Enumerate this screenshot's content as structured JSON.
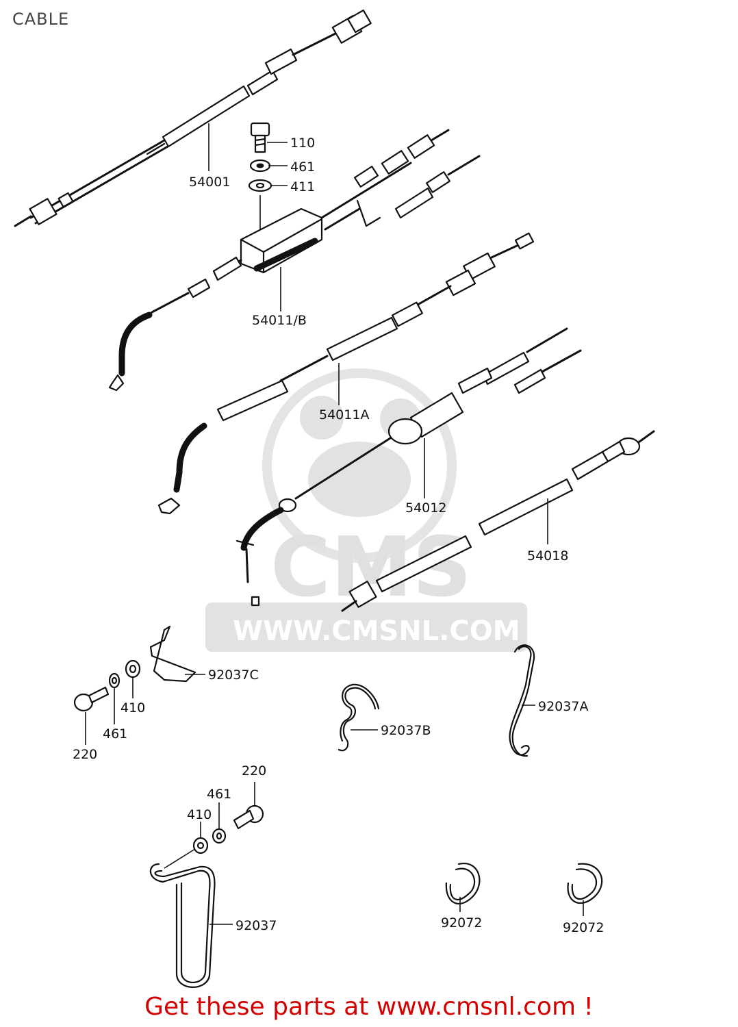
{
  "header": {
    "title": "CABLE"
  },
  "watermark": {
    "brand": "CMS",
    "url": "WWW.CMSNL.COM"
  },
  "parts": [
    {
      "id": "p54001",
      "number": "54001"
    },
    {
      "id": "p110",
      "number": "110"
    },
    {
      "id": "p461a",
      "number": "461"
    },
    {
      "id": "p411",
      "number": "411"
    },
    {
      "id": "p54011b",
      "number": "54011/B"
    },
    {
      "id": "p54011a",
      "number": "54011A"
    },
    {
      "id": "p54012",
      "number": "54012"
    },
    {
      "id": "p54018",
      "number": "54018"
    },
    {
      "id": "p92037c",
      "number": "92037C"
    },
    {
      "id": "p410a",
      "number": "410"
    },
    {
      "id": "p461b",
      "number": "461"
    },
    {
      "id": "p220a",
      "number": "220"
    },
    {
      "id": "p92037b",
      "number": "92037B"
    },
    {
      "id": "p92037a",
      "number": "92037A"
    },
    {
      "id": "p220b",
      "number": "220"
    },
    {
      "id": "p461c",
      "number": "461"
    },
    {
      "id": "p410b",
      "number": "410"
    },
    {
      "id": "p92037",
      "number": "92037"
    },
    {
      "id": "p92072a",
      "number": "92072"
    },
    {
      "id": "p92072b",
      "number": "92072"
    }
  ],
  "footer": {
    "link_text": "Get these parts at www.cmsnl.com !"
  },
  "colors": {
    "footer": "#d40000",
    "watermark": "#e2e2e2",
    "lines": "#111111"
  }
}
